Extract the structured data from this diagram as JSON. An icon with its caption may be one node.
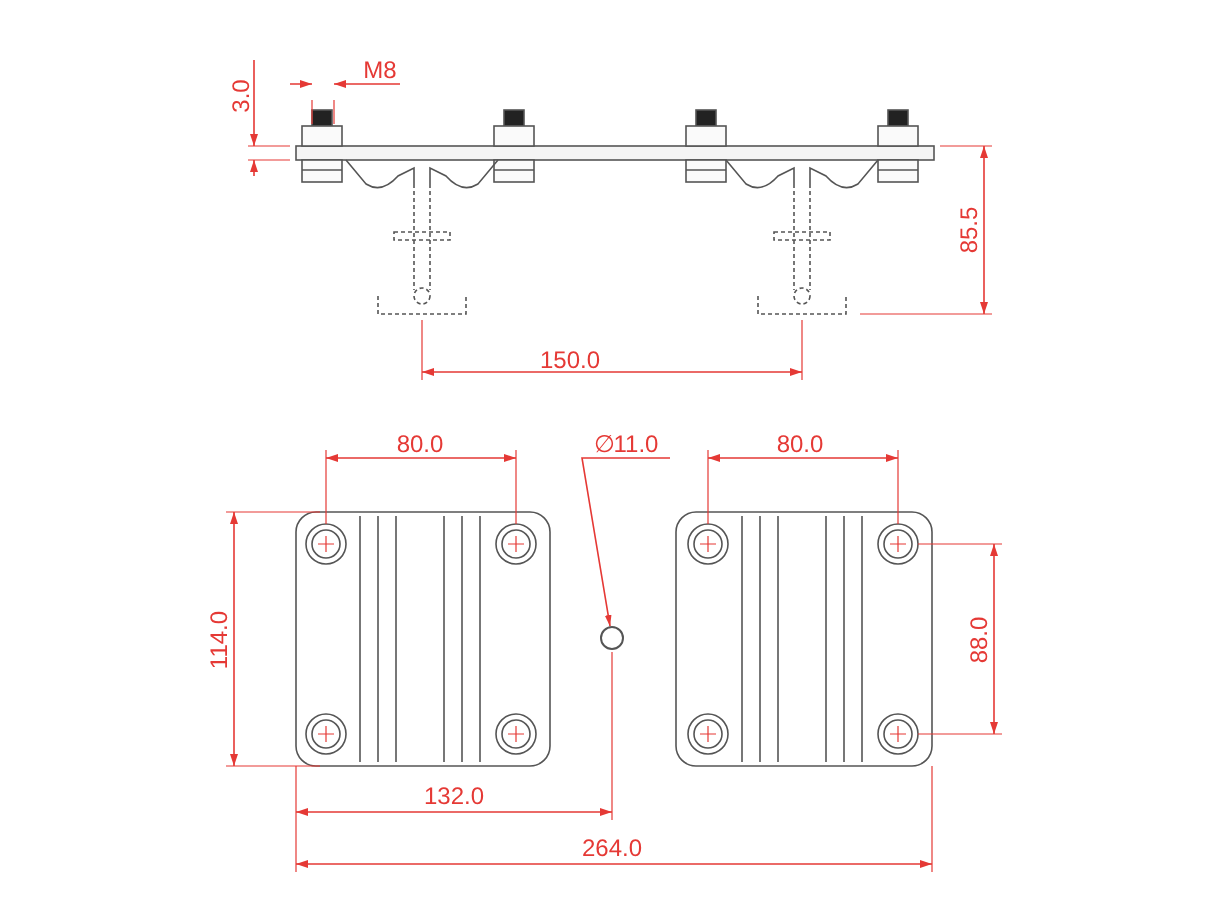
{
  "diagram": {
    "nodes": [
      {
        "text": [
          "∅11.0"
        ]
      },
      {
        "text": [],
        "shape": "circle"
      }
    ],
    "edges": [
      {
        "from": 0,
        "to": 1,
        "arrow": "to"
      }
    ],
    "labels": [
      "M8",
      "3.0",
      "85.5",
      "150.0",
      "80.0",
      "80.0",
      "114.0",
      "88.0",
      "132.0",
      "264.0"
    ]
  }
}
